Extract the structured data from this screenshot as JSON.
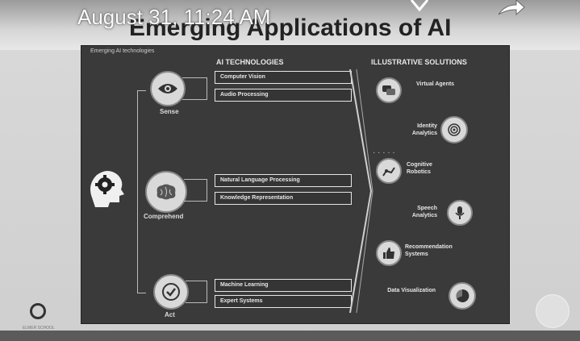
{
  "overlay": {
    "timestamp": "August 31, 11:24 AM"
  },
  "slide": {
    "title": "Emerging Applications of AI",
    "subtitle": "Emerging AI technologies",
    "header_tech": "AI TECHNOLOGIES",
    "header_solutions": "ILLUSTRATIVE SOLUTIONS",
    "stages": [
      {
        "label": "Sense",
        "icon": "eye-icon"
      },
      {
        "label": "Comprehend",
        "icon": "brain-icon"
      },
      {
        "label": "Act",
        "icon": "check-icon"
      }
    ],
    "tech": {
      "sense": [
        "Computer Vision",
        "Audio Processing"
      ],
      "comprehend": [
        "Natural Language Processing",
        "Knowledge Representation"
      ],
      "act": [
        "Machine Learning",
        "Expert Systems"
      ]
    },
    "solutions": [
      {
        "label": "Virtual Agents",
        "icon": "chat-icon"
      },
      {
        "label": "Identity Analytics",
        "icon": "fingerprint-icon"
      },
      {
        "label": "Cognitive Robotics",
        "icon": "robot-arm-icon"
      },
      {
        "label": "Speech Analytics",
        "icon": "microphone-icon"
      },
      {
        "label": "Recommendation Systems",
        "icon": "thumbs-up-icon"
      },
      {
        "label": "Data Visualization",
        "icon": "chart-icon"
      }
    ],
    "footer_logo_text": "ELMER SCHOOL"
  }
}
